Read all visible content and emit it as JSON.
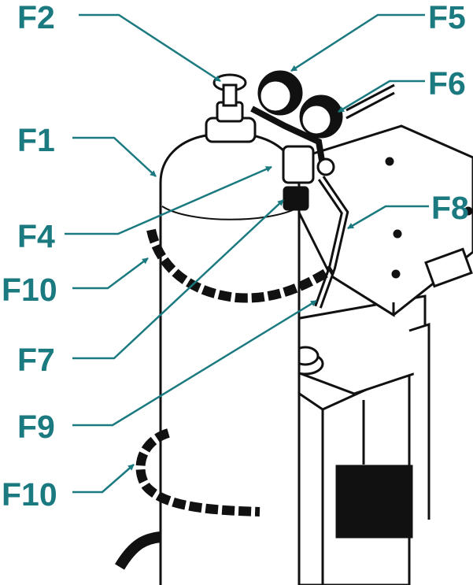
{
  "colors": {
    "label": "#1a7a80",
    "line": "#111111",
    "background": "#ffffff"
  },
  "callouts": [
    {
      "id": "F2",
      "text": "F2"
    },
    {
      "id": "F5",
      "text": "F5"
    },
    {
      "id": "F6",
      "text": "F6"
    },
    {
      "id": "F1",
      "text": "F1"
    },
    {
      "id": "F8",
      "text": "F8"
    },
    {
      "id": "F4",
      "text": "F4"
    },
    {
      "id": "F10a",
      "text": "F10"
    },
    {
      "id": "F7",
      "text": "F7"
    },
    {
      "id": "F9",
      "text": "F9"
    },
    {
      "id": "F10b",
      "text": "F10"
    }
  ]
}
